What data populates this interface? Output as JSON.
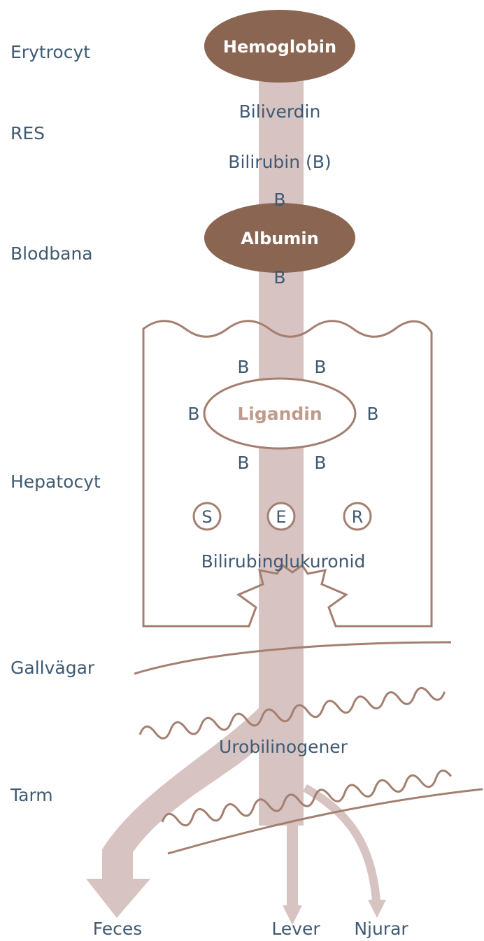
{
  "colors": {
    "flow": "#d7c3c2",
    "protein": "#8a6652",
    "outline": "#a47f70",
    "text": "#3f5a72",
    "ligandin_text": "#c09b8c"
  },
  "stages": [
    "Erytrocyt",
    "RES",
    "Blodbana",
    "Hepatocyt",
    "Gallvägar",
    "Tarm"
  ],
  "proteins": {
    "hemoglobin": "Hemoglobin",
    "albumin": "Albumin",
    "ligandin": "Ligandin"
  },
  "flow_labels": {
    "biliverdin": "Biliverdin",
    "bilirubin": "Bilirubin (B)",
    "b": "B",
    "glucuronide": "Bilirubinglukuronid",
    "urobilinogen": "Urobilinogener"
  },
  "enzymes": [
    "S",
    "E",
    "R"
  ],
  "outputs": [
    "Feces",
    "Lever",
    "Njurar"
  ]
}
